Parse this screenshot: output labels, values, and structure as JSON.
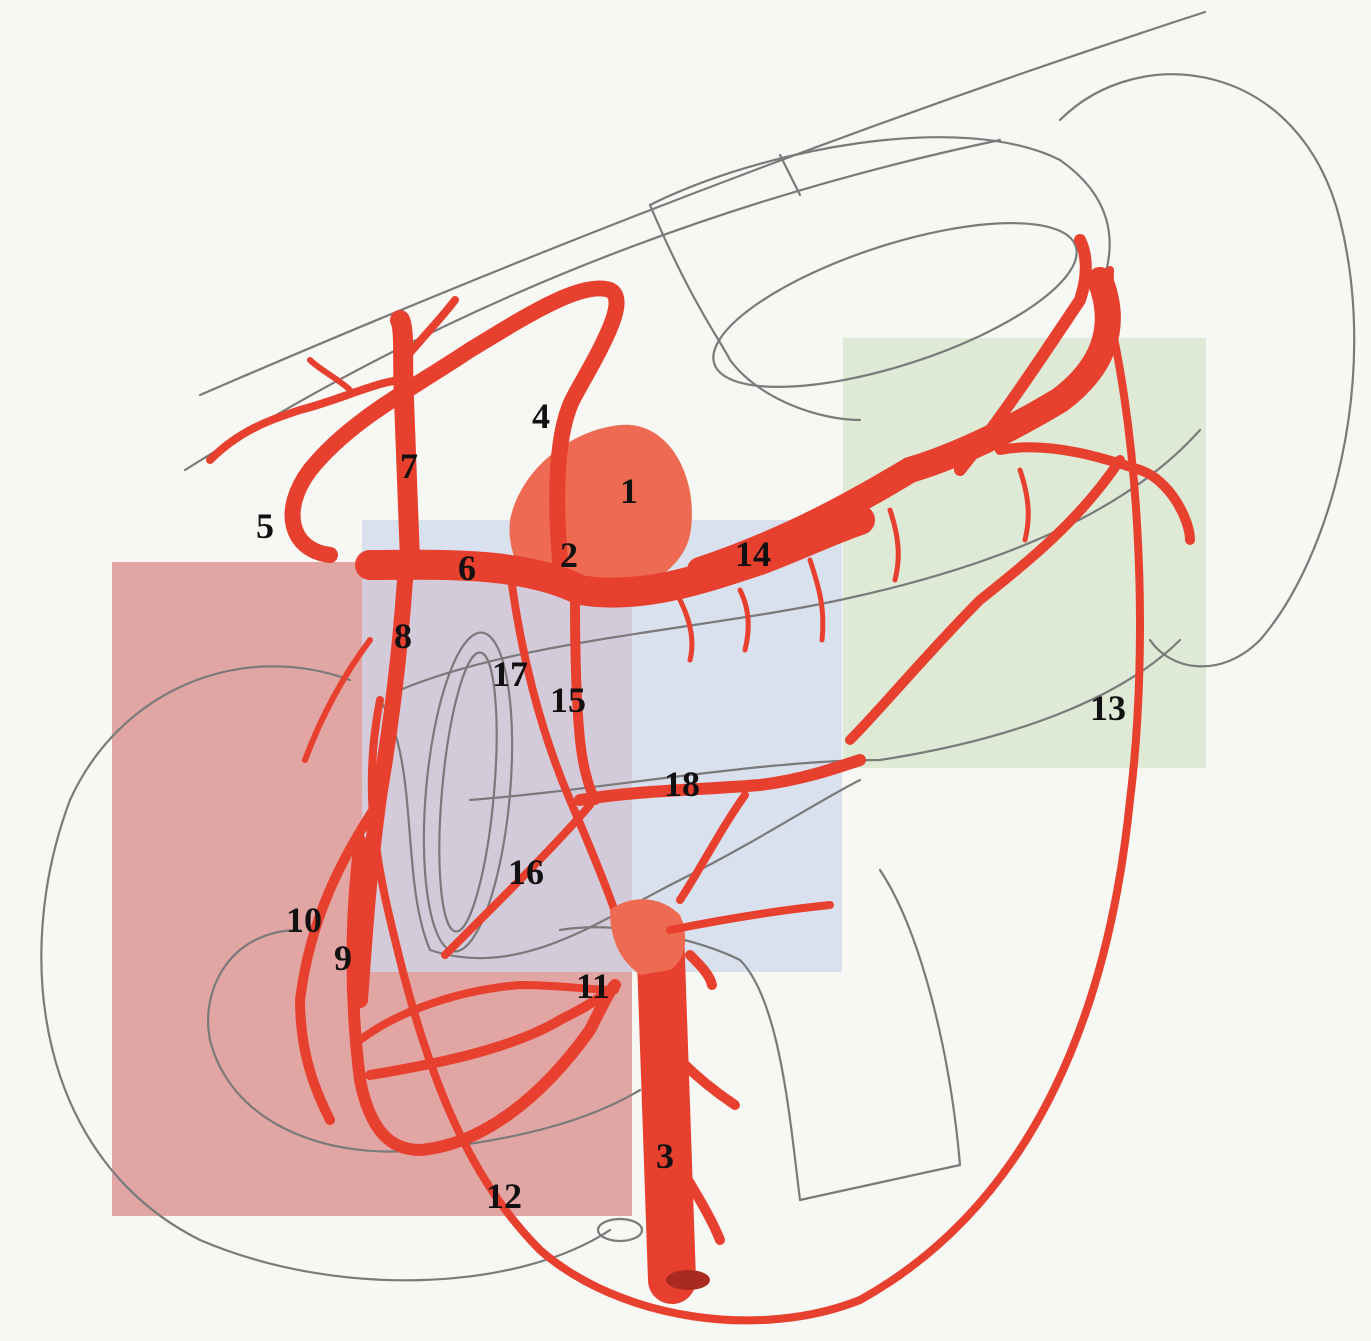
{
  "regions": {
    "red": {
      "color": "#d98a8a"
    },
    "blue": {
      "color": "#cfd8ec"
    },
    "green": {
      "color": "#d5e6cc"
    }
  },
  "colors": {
    "artery": "#e8402f",
    "artery_light": "#ee6a52",
    "outline": "#7a7a7a",
    "label": "#111111"
  },
  "labels": {
    "l1": "1",
    "l2": "2",
    "l3": "3",
    "l4": "4",
    "l5": "5",
    "l6": "6",
    "l7": "7",
    "l8": "8",
    "l9": "9",
    "l10": "10",
    "l11": "11",
    "l12": "12",
    "l13": "13",
    "l14": "14",
    "l15": "15",
    "l16": "16",
    "l17": "17",
    "l18": "18"
  }
}
